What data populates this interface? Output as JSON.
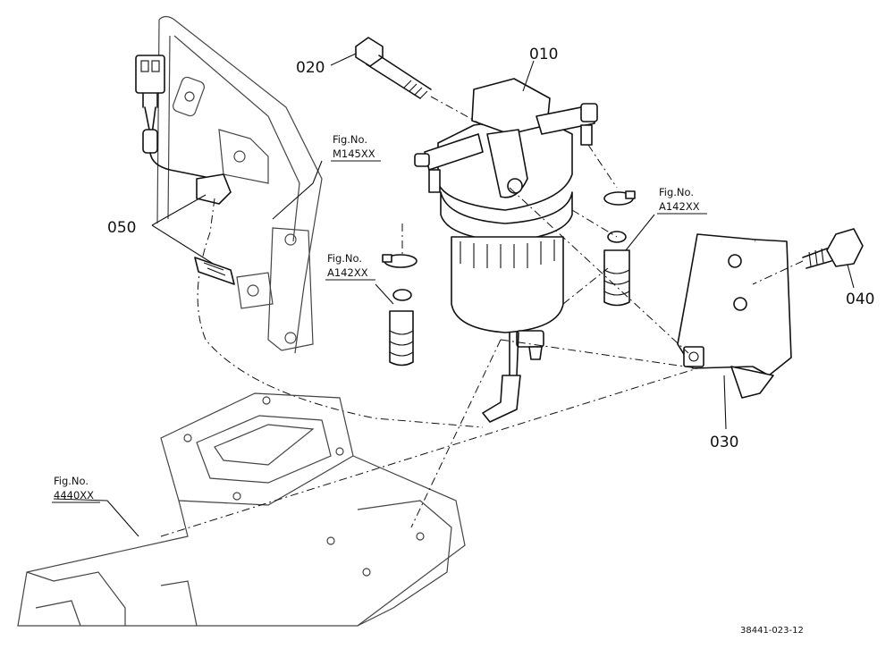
{
  "parts": {
    "p010": "010",
    "p020": "020",
    "p030": "030",
    "p040": "040",
    "p050": "050"
  },
  "refs": {
    "m145": {
      "line1": "Fig.No.",
      "line2": "M145XX"
    },
    "a142_left": {
      "line1": "Fig.No.",
      "line2": "A142XX"
    },
    "a142_right": {
      "line1": "Fig.No.",
      "line2": "A142XX"
    },
    "f4440": {
      "line1": "Fig.No.",
      "line2": "4440XX"
    }
  },
  "drawing_code": "38441-023-12"
}
